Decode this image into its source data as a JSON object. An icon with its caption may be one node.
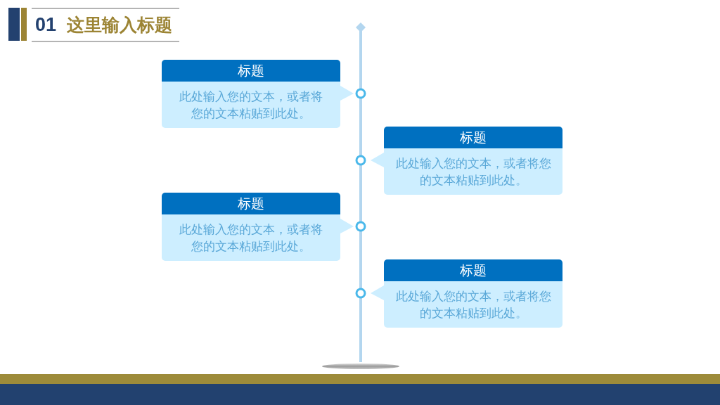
{
  "diagram": {
    "title": "这里输入标题",
    "nodes": [
      {
        "text": [
          "标题",
          "此处输入您的文本，或者将您的文本粘贴到此处。"
        ]
      },
      {
        "text": [
          "标题",
          "此处输入您的文本，或者将您的文本粘贴到此处。"
        ]
      },
      {
        "text": [
          "标题",
          "此处输入您的文本，或者将您的文本粘贴到此处。"
        ]
      },
      {
        "text": [
          "标题",
          "此处输入您的文本，或者将您的文本粘贴到此处。"
        ]
      }
    ],
    "labels": [
      "01"
    ]
  }
}
